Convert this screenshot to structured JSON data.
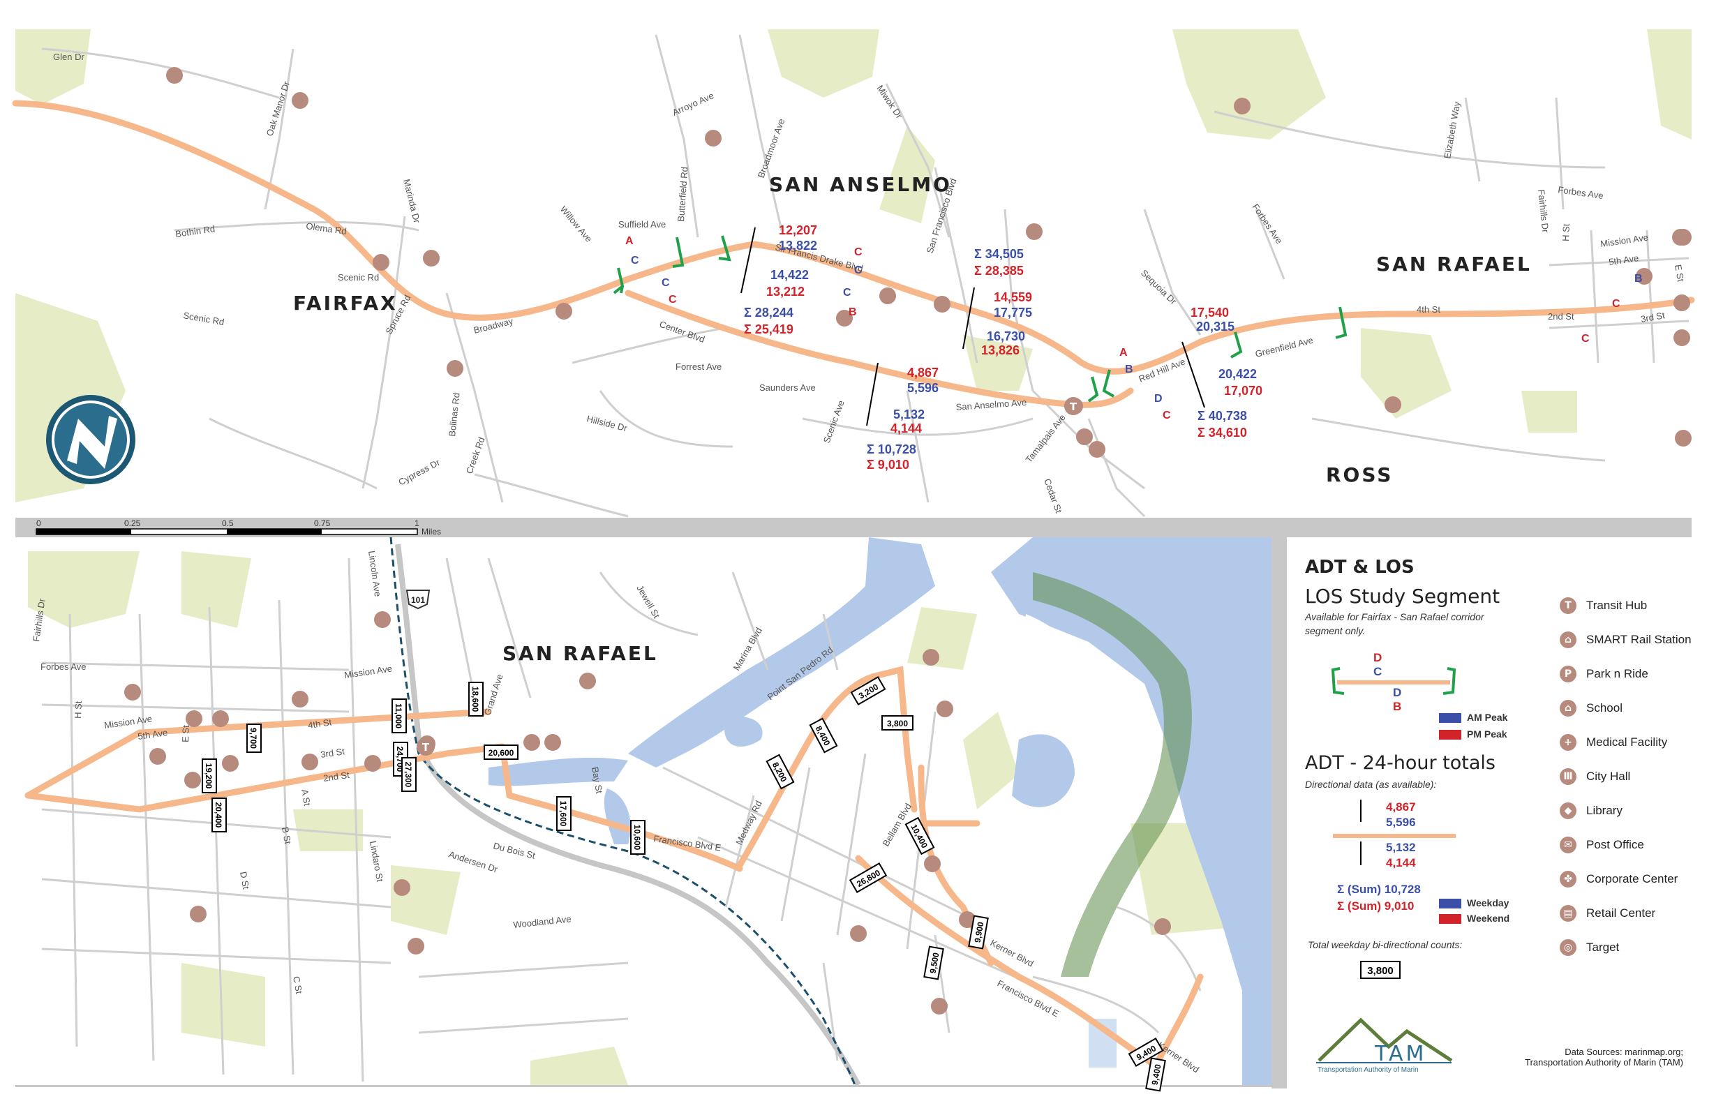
{
  "towns": {
    "fairfax": "FAIRFAX",
    "san_anselmo": "SAN ANSELMO",
    "san_rafael_top": "SAN RAFAEL",
    "ross": "ROSS",
    "san_rafael_bottom": "SAN RAFAEL"
  },
  "top_streets": [
    "Glen Dr",
    "Oak Manor Dr",
    "Marinda Dr",
    "Olema Rd",
    "Bothin Rd",
    "Scenic Rd",
    "Scenic Rd",
    "Spruce Rd",
    "Broadway",
    "Bolinas Rd",
    "Creek Rd",
    "Cypress Dr",
    "Hillside Dr",
    "Willow Ave",
    "Suffield Ave",
    "Butterfield Rd",
    "Arroyo Ave",
    "Broadmoor Ave",
    "Miwok Dr",
    "San Francisco Blvd",
    "Sir Francis Drake Blvd",
    "Center Blvd",
    "Forrest Ave",
    "Saunders Ave",
    "Scenic Ave",
    "San Anselmo Ave",
    "Tamalpais Ave",
    "Cedar St",
    "Sequoia Dr",
    "Red Hill Ave",
    "Forbes Ave",
    "Elizabeth Way",
    "Fairhills Dr",
    "Forbes Ave",
    "Mission Ave",
    "5th Ave",
    "H St",
    "E St",
    "4th St",
    "2nd St",
    "3rd St",
    "Greenfield Ave"
  ],
  "bottom_streets": [
    "Fairhills Dr",
    "Forbes Ave",
    "Mission Ave",
    "5th Ave",
    "H St",
    "E St",
    "Lincoln Ave",
    "Mission Ave",
    "4th St",
    "3rd St",
    "2nd St",
    "A St",
    "B St",
    "D St",
    "C St",
    "Lindaro St",
    "Du Bois St",
    "Andersen Dr",
    "Woodland Ave",
    "Grand Ave",
    "Jewell St",
    "Marina Blvd",
    "Point San Pedro Rd",
    "Bay St",
    "Francisco Blvd E",
    "Medway Rd",
    "Bellam Blvd",
    "Kerner Blvd",
    "Francisco Blvd E",
    "Kerner Blvd"
  ],
  "highway_shield": "101",
  "scale": {
    "ticks": [
      "0",
      "0.25",
      "0.5",
      "0.75",
      "1"
    ],
    "unit": "Miles"
  },
  "segments": {
    "drake_west": {
      "letters": [
        "A",
        "C",
        "C",
        "C"
      ]
    },
    "drake_east": {
      "letters": [
        "C",
        "C",
        "C",
        "B"
      ]
    },
    "red_hill": {
      "letters": [
        "A",
        "B",
        "D",
        "C"
      ]
    },
    "east_4th": {
      "letters": [
        "B",
        "C",
        "C"
      ]
    }
  },
  "counts_top": {
    "a": {
      "eb": "12,207",
      "wb": "13,822",
      "wb2": "14,422",
      "eb2": "13,212",
      "sum_wd": "Σ 28,244",
      "sum_we": "Σ 25,419"
    },
    "b": {
      "sum_wd": "Σ 34,505",
      "sum_we": "Σ 28,385",
      "eb": "14,559",
      "wb": "17,775",
      "wb2": "16,730",
      "eb2": "13,826"
    },
    "c": {
      "eb": "4,867",
      "wb": "5,596",
      "wb2": "5,132",
      "eb2": "4,144",
      "sum_wd": "Σ 10,728",
      "sum_we": "Σ 9,010"
    },
    "d": {
      "eb": "17,540",
      "wb": "20,315",
      "wb2": "20,422",
      "eb2": "17,070",
      "sum_wd": "Σ 40,738",
      "sum_we": "Σ 34,610"
    }
  },
  "counts_bottom": [
    "9,700",
    "19,200",
    "20,400",
    "11,000",
    "24,700",
    "27,300",
    "18,600",
    "20,600",
    "17,600",
    "10,600",
    "8,200",
    "8,400",
    "3,200",
    "3,800",
    "10,400",
    "26,800",
    "9,900",
    "9,500",
    "9,400",
    "9,400"
  ],
  "legend": {
    "title": "ADT & LOS",
    "los_title": "LOS Study Segment",
    "los_note": "Available for Fairfax - San Rafael corridor segment only.",
    "los_letters": [
      "D",
      "C",
      "D",
      "B"
    ],
    "am_peak": "AM Peak",
    "pm_peak": "PM Peak",
    "adt_title": "ADT - 24-hour totals",
    "adt_note": "Directional data (as available):",
    "sample": [
      "4,867",
      "5,596",
      "5,132",
      "4,144"
    ],
    "sum_weekday": "Σ (Sum) 10,728",
    "sum_weekend": "Σ (Sum) 9,010",
    "weekday": "Weekday",
    "weekend": "Weekend",
    "total_note": "Total weekday bi-directional counts:",
    "total_sample": "3,800",
    "icons": [
      {
        "glyph": "T",
        "label": "Transit Hub"
      },
      {
        "glyph": "⌂",
        "label": "SMART Rail Station"
      },
      {
        "glyph": "P",
        "label": "Park n Ride"
      },
      {
        "glyph": "⌂",
        "label": "School"
      },
      {
        "glyph": "+",
        "label": "Medical Facility"
      },
      {
        "glyph": "Ⅲ",
        "label": "City Hall"
      },
      {
        "glyph": "◆",
        "label": "Library"
      },
      {
        "glyph": "✉",
        "label": "Post Office"
      },
      {
        "glyph": "✤",
        "label": "Corporate Center"
      },
      {
        "glyph": "▤",
        "label": "Retail Center"
      },
      {
        "glyph": "◎",
        "label": "Target"
      }
    ]
  },
  "logo": {
    "name": "TAM",
    "tagline": "Transportation Authority of Marin"
  },
  "sources": [
    "Data Sources: marinmap.org;",
    "Transportation Authority of Marin (TAM)"
  ],
  "colors": {
    "route": "#f6b88a",
    "road": "#cfcfcf",
    "park": "#e6edc6",
    "water": "#b3c9ea",
    "am_peak": "#3b4fa8",
    "pm_peak": "#d2232a",
    "seg_bracket": "#21a04a",
    "poi": "#b78a7e",
    "divider": "#c8c8c8"
  }
}
